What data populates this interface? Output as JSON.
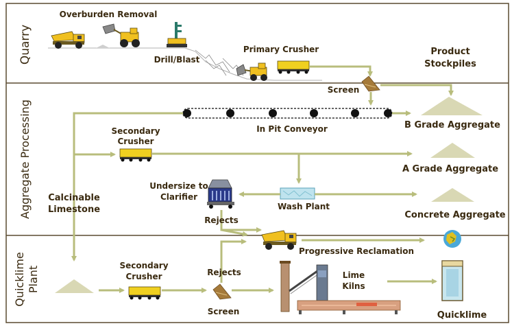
{
  "sections": {
    "quarry": "Quarry",
    "aggregate": "Aggregate Processing",
    "quicklime_1": "Quicklime",
    "quicklime_2": "Plant"
  },
  "labels": {
    "overburden": "Overburden Removal",
    "drill_blast": "Drill/Blast",
    "primary_crusher": "Primary Crusher",
    "product_1": "Product",
    "product_2": "Stockpiles",
    "screen_top": "Screen",
    "in_pit_conveyor": "In Pit Conveyor",
    "b_grade": "B Grade Aggregate",
    "secondary_crusher_1a": "Secondary",
    "secondary_crusher_1b": "Crusher",
    "a_grade": "A Grade Aggregate",
    "undersize_1": "Undersize to",
    "undersize_2": "Clarifier",
    "calcinable_1": "Calcinable",
    "calcinable_2": "Limestone",
    "wash_plant": "Wash Plant",
    "concrete": "Concrete Aggregate",
    "rejects_mid": "Rejects",
    "progressive": "Progressive Reclamation",
    "secondary_crusher_2a": "Secondary",
    "secondary_crusher_2b": "Crusher",
    "rejects_bottom": "Rejects",
    "screen_bottom": "Screen",
    "lime_1": "Lime",
    "lime_2": "Kilns",
    "quicklime": "Quicklime"
  },
  "colors": {
    "arrow": "#b8bd7c",
    "stockpile": "#d9d8b4",
    "truck": "#f0c020",
    "text": "#3a2a10",
    "frame": "#5a4a30"
  }
}
